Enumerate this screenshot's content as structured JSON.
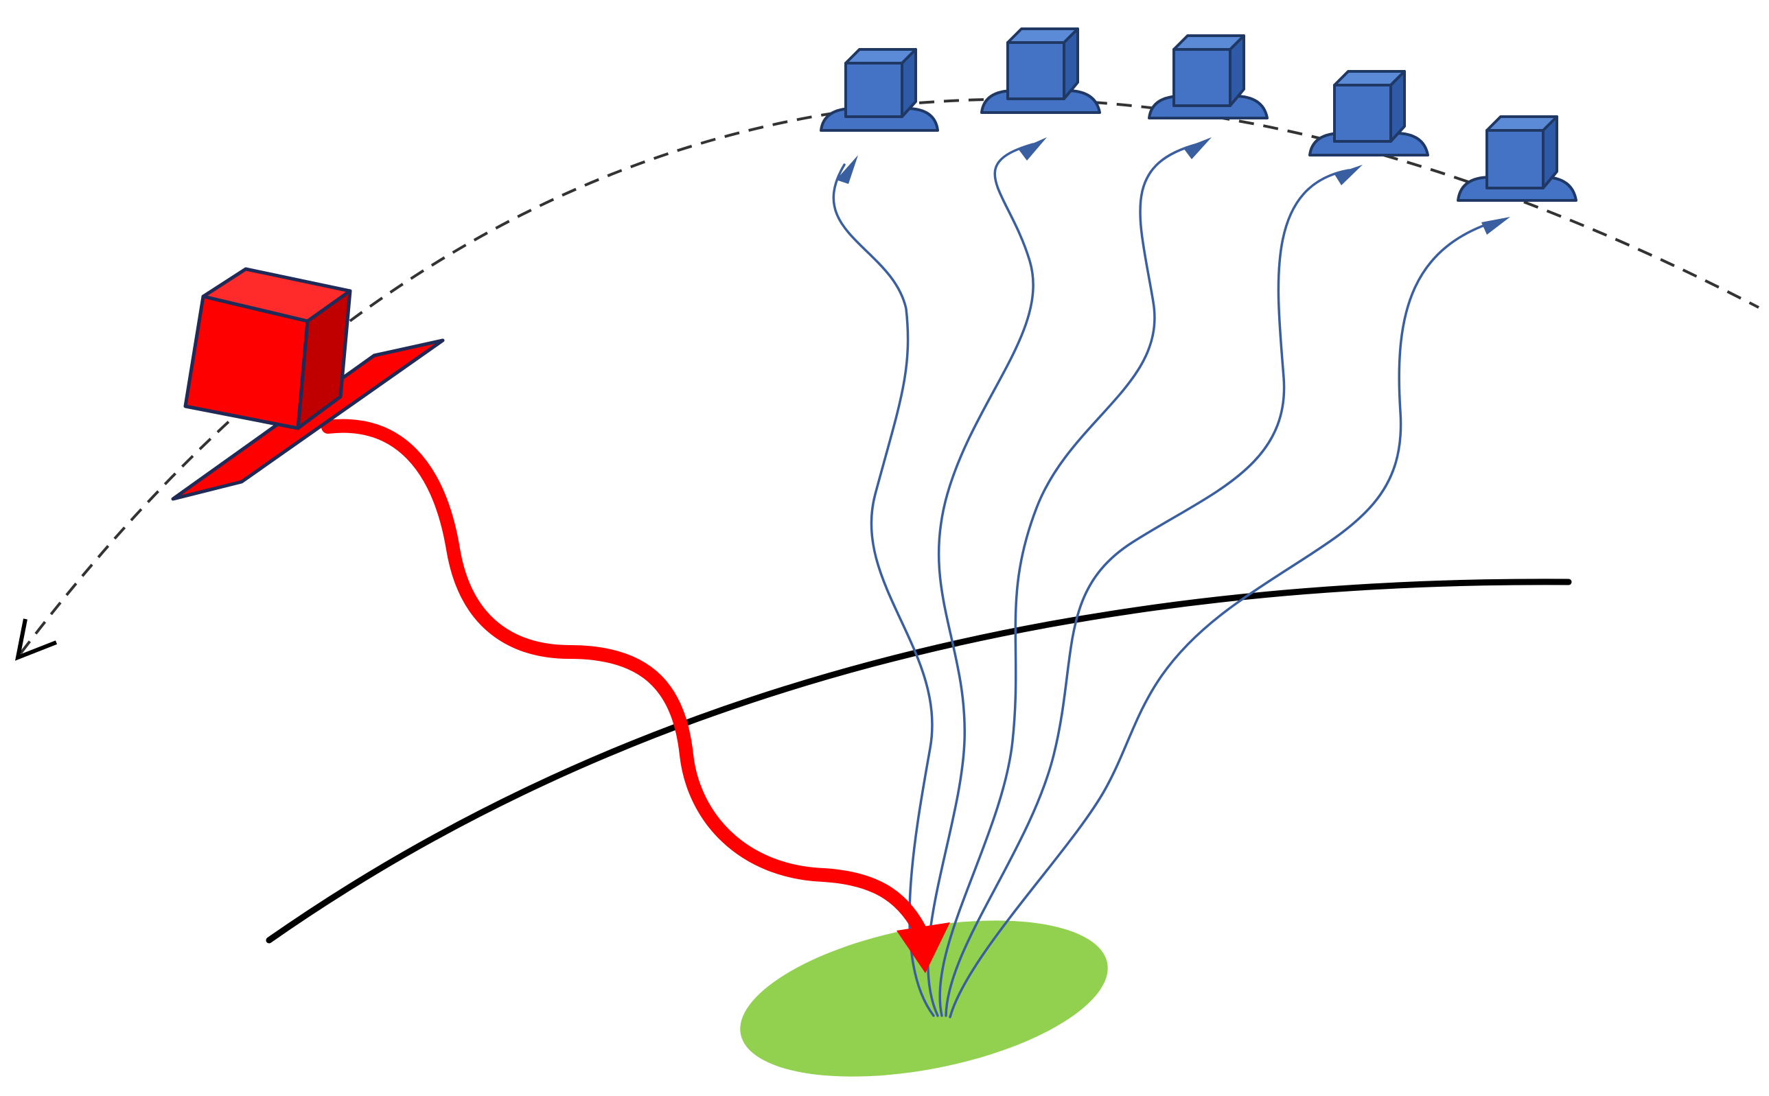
{
  "colors": {
    "background": "#ffffff",
    "orbit_dashes": "#333333",
    "atmosphere_line": "#000000",
    "transmitter_face": "#ff0000",
    "transmitter_side": "#c00000",
    "transmitter_top": "#ff2a2a",
    "transmitter_outline": "#1f2a57",
    "transmitter_signal": "#ff0000",
    "receiver_face": "#4472c4",
    "receiver_side": "#2f5aa8",
    "receiver_top": "#5b8ad6",
    "receiver_outline": "#1f3864",
    "reflected_signal": "#3a5fa0",
    "ground_target": "#92d050"
  },
  "diagram": {
    "elements": [
      {
        "id": "orbit-path",
        "kind": "dashed-arc",
        "arrow": "end"
      },
      {
        "id": "atmosphere-boundary",
        "kind": "curve"
      },
      {
        "id": "ground-target",
        "kind": "ellipse"
      },
      {
        "id": "transmitter-satellite",
        "kind": "cube-with-panel"
      },
      {
        "id": "transmitted-signal",
        "kind": "wavy-arrow"
      },
      {
        "id": "receiver-satellite",
        "kind": "cube-on-base",
        "count": 5
      },
      {
        "id": "reflected-signal",
        "kind": "wavy-arrow",
        "count": 5
      }
    ],
    "receiver_count": 5
  }
}
